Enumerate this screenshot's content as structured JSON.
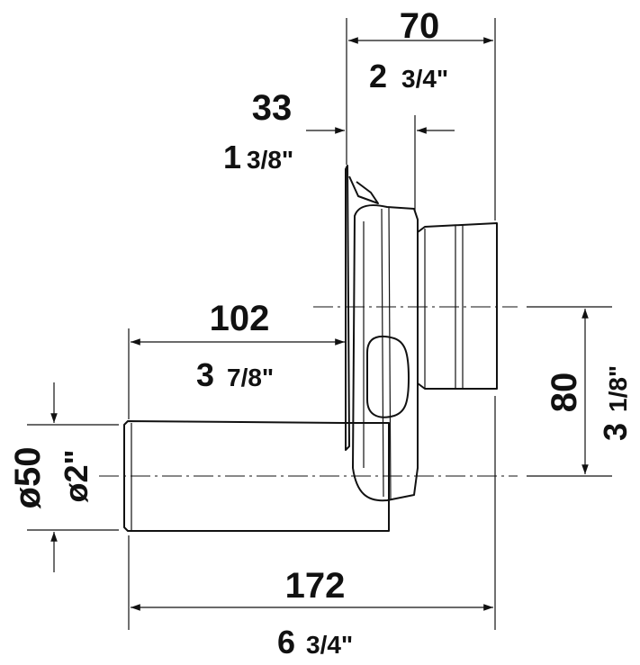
{
  "dimensions": {
    "width_70": {
      "mm": "70",
      "inch_whole": "2",
      "inch_frac": "3/4\""
    },
    "offset_33": {
      "mm": "33",
      "inch_whole": "1",
      "inch_frac": "3/8\""
    },
    "depth_102": {
      "mm": "102",
      "inch_whole": "3",
      "inch_frac": "7/8\""
    },
    "height_80": {
      "mm": "80",
      "inch_whole": "3",
      "inch_frac": "1/8\""
    },
    "diameter_50": {
      "mm": "ø50",
      "inch": "ø2\""
    },
    "total_172": {
      "mm": "172",
      "inch_whole": "6",
      "inch_frac": "3/4\""
    }
  }
}
